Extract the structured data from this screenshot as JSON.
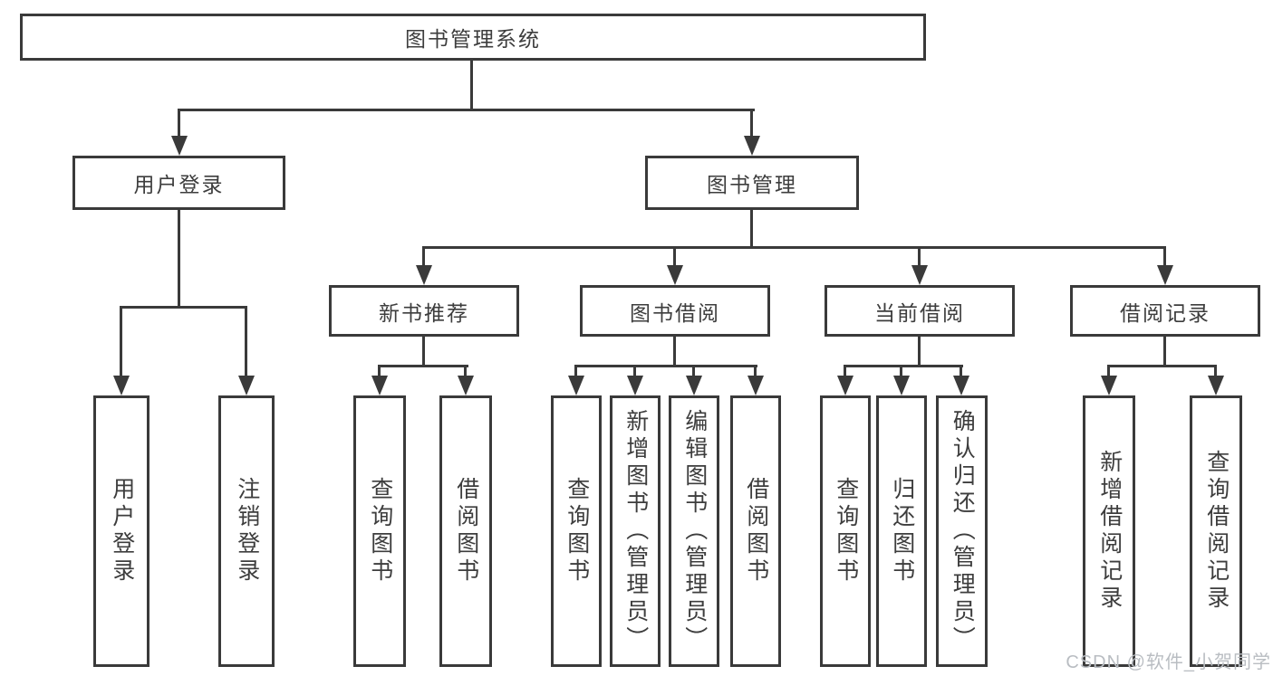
{
  "colors": {
    "line": "#3a3a3a",
    "text": "#3d3d3d",
    "background": "#ffffff",
    "watermark": "#b9bdc2"
  },
  "diagram": {
    "type": "hierarchy-tree",
    "title": "图书管理系统",
    "level2": [
      {
        "label": "用户登录",
        "parent": "图书管理系统"
      },
      {
        "label": "图书管理",
        "parent": "图书管理系统"
      }
    ],
    "level3": [
      {
        "label": "新书推荐",
        "parent": "图书管理"
      },
      {
        "label": "图书借阅",
        "parent": "图书管理"
      },
      {
        "label": "当前借阅",
        "parent": "图书管理"
      },
      {
        "label": "借阅记录",
        "parent": "图书管理"
      }
    ],
    "leaves": [
      {
        "label": "用户登录",
        "parent": "用户登录"
      },
      {
        "label": "注销登录",
        "parent": "用户登录"
      },
      {
        "label": "查询图书",
        "parent": "新书推荐"
      },
      {
        "label": "借阅图书",
        "parent": "新书推荐"
      },
      {
        "label": "查询图书",
        "parent": "图书借阅"
      },
      {
        "label": "新增图书（管理员）",
        "parent": "图书借阅"
      },
      {
        "label": "编辑图书（管理员）",
        "parent": "图书借阅"
      },
      {
        "label": "借阅图书",
        "parent": "图书借阅"
      },
      {
        "label": "查询图书",
        "parent": "当前借阅"
      },
      {
        "label": "归还图书",
        "parent": "当前借阅"
      },
      {
        "label": "确认归还（管理员）",
        "parent": "当前借阅"
      },
      {
        "label": "新增借阅记录",
        "parent": "借阅记录"
      },
      {
        "label": "查询借阅记录",
        "parent": "借阅记录"
      }
    ]
  },
  "watermark": {
    "text": "CSDN @软件_小贺同学"
  }
}
